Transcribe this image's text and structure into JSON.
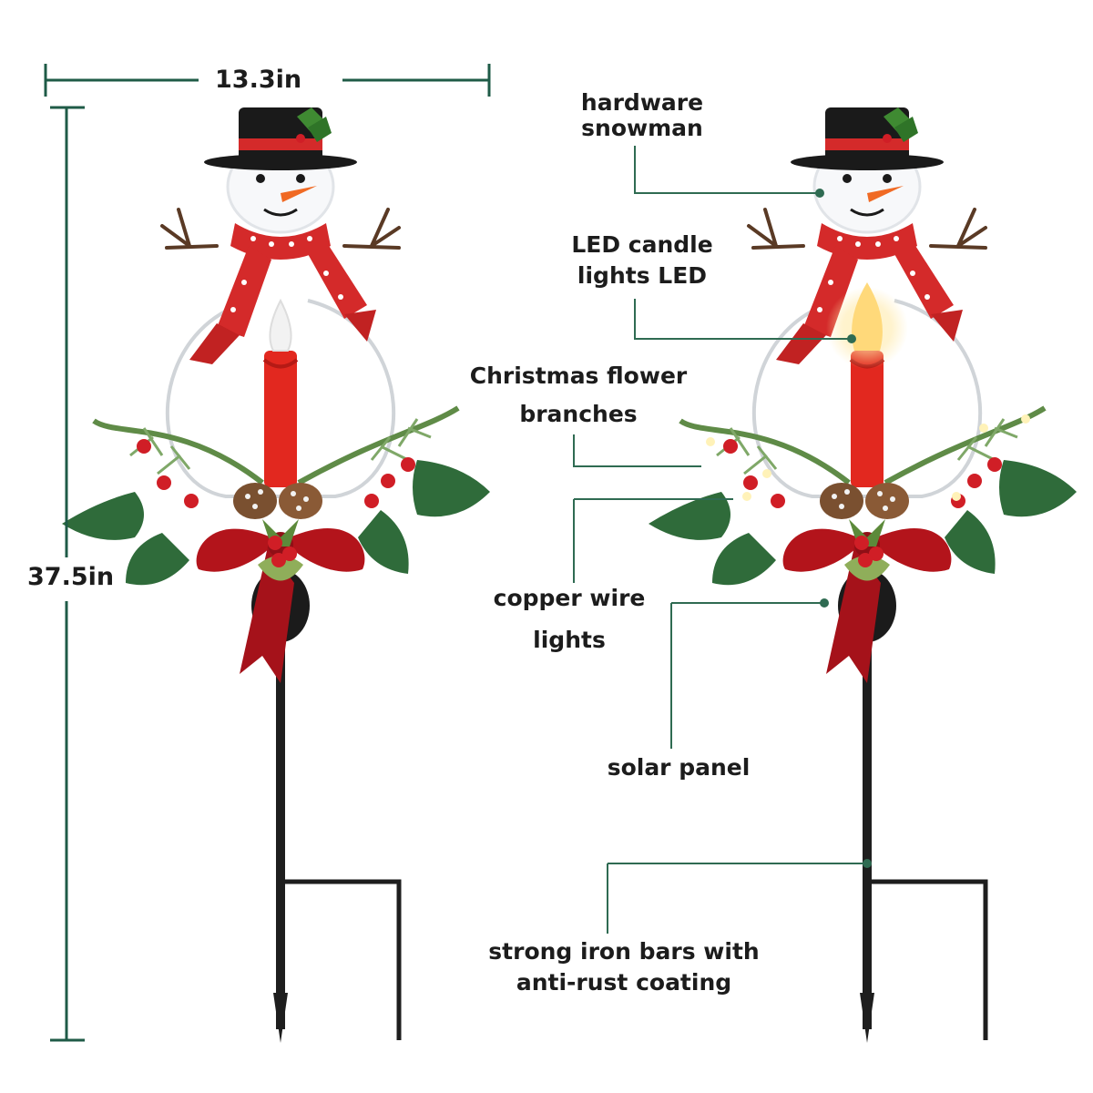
{
  "dimensions": {
    "width_label": "13.3in",
    "height_label": "37.5in"
  },
  "callouts": {
    "hardware_snowman": [
      "hardware",
      "snowman"
    ],
    "led_candle": [
      "LED candle",
      "lights LED"
    ],
    "flower_branches": [
      "Christmas flower",
      "branches"
    ],
    "copper_wire": [
      "copper wire",
      "lights"
    ],
    "solar_panel": [
      "solar panel"
    ],
    "iron_bars": [
      "strong iron bars with",
      "anti-rust coating"
    ]
  },
  "colors": {
    "dimension_line": "#1f5b47",
    "leader_line": "#2f6b52",
    "scarf_red": "#d42a2a",
    "hat_black": "#1a1a1a",
    "stake": "#1e1e1e",
    "holly_green": "#2f6b3a",
    "berry_red": "#d01e26",
    "bow_red": "#b3141b",
    "flame_glow": "#ffe9a6"
  },
  "icons": [
    "snowman-stake-light-plain",
    "snowman-stake-light-lit"
  ]
}
